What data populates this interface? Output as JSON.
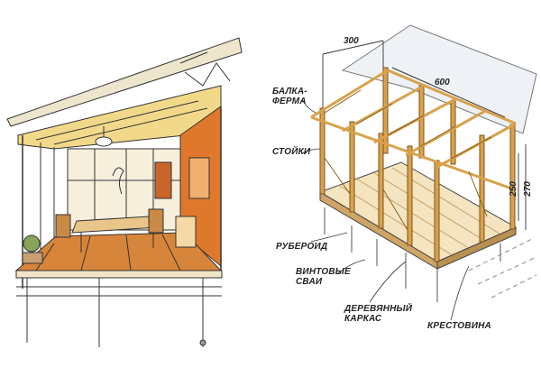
{
  "labels": {
    "beam_truss": [
      "БАЛКА-",
      "ФЕРМА"
    ],
    "posts": "СТОЙКИ",
    "roofing_felt": "РУБЕРОИД",
    "screw_piles": [
      "ВИНТОВЫЕ",
      "СВАИ"
    ],
    "wooden_frame": [
      "ДЕРЕВЯННЫЙ",
      "КАРКАС"
    ],
    "cross_brace": "КРЕСТОВИНА"
  },
  "dimensions": {
    "depth": "300",
    "length": "600",
    "post_height": "250",
    "total_height": "270"
  },
  "colors": {
    "wood": "#d9a24a",
    "wall_orange": "#e0782c",
    "floor": "#d7853a",
    "ceiling": "#f2d98a",
    "ink": "#333333"
  }
}
